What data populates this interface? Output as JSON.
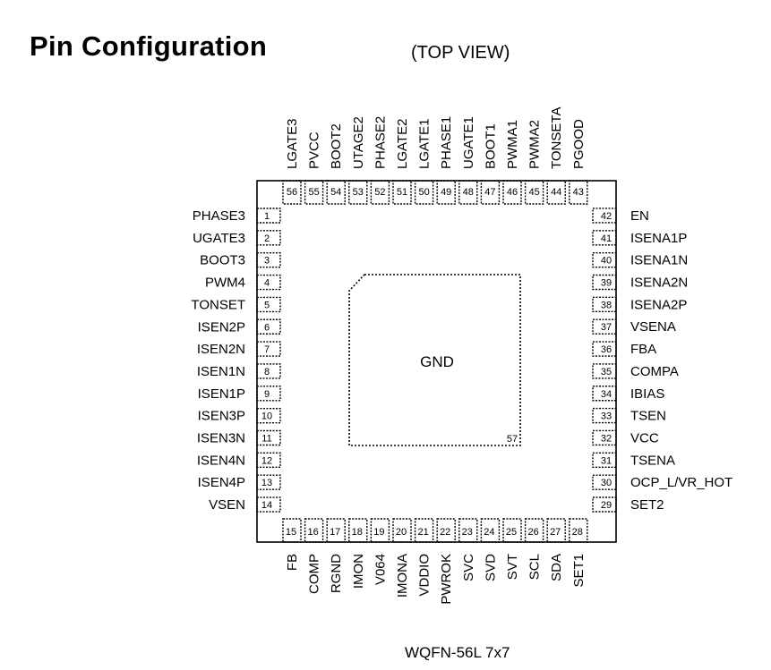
{
  "title": "Pin Configuration",
  "view_label": "(TOP VIEW)",
  "package": "WQFN-56L 7x7",
  "exposed_pad": {
    "label": "GND",
    "number": "57"
  },
  "pins": {
    "left": [
      {
        "num": "1",
        "name": "PHASE3"
      },
      {
        "num": "2",
        "name": "UGATE3"
      },
      {
        "num": "3",
        "name": "BOOT3"
      },
      {
        "num": "4",
        "name": "PWM4"
      },
      {
        "num": "5",
        "name": "TONSET"
      },
      {
        "num": "6",
        "name": "ISEN2P"
      },
      {
        "num": "7",
        "name": "ISEN2N"
      },
      {
        "num": "8",
        "name": "ISEN1N"
      },
      {
        "num": "9",
        "name": "ISEN1P"
      },
      {
        "num": "10",
        "name": "ISEN3P"
      },
      {
        "num": "11",
        "name": "ISEN3N"
      },
      {
        "num": "12",
        "name": "ISEN4N"
      },
      {
        "num": "13",
        "name": "ISEN4P"
      },
      {
        "num": "14",
        "name": "VSEN"
      }
    ],
    "bottom": [
      {
        "num": "15",
        "name": "FB"
      },
      {
        "num": "16",
        "name": "COMP"
      },
      {
        "num": "17",
        "name": "RGND"
      },
      {
        "num": "18",
        "name": "IMON"
      },
      {
        "num": "19",
        "name": "V064"
      },
      {
        "num": "20",
        "name": "IMONA"
      },
      {
        "num": "21",
        "name": "VDDIO"
      },
      {
        "num": "22",
        "name": "PWROK"
      },
      {
        "num": "23",
        "name": "SVC"
      },
      {
        "num": "24",
        "name": "SVD"
      },
      {
        "num": "25",
        "name": "SVT"
      },
      {
        "num": "26",
        "name": "SCL"
      },
      {
        "num": "27",
        "name": "SDA"
      },
      {
        "num": "28",
        "name": "SET1"
      }
    ],
    "right": [
      {
        "num": "29",
        "name": "SET2"
      },
      {
        "num": "30",
        "name": "OCP_L/VR_HOT"
      },
      {
        "num": "31",
        "name": "TSENA"
      },
      {
        "num": "32",
        "name": "VCC"
      },
      {
        "num": "33",
        "name": "TSEN"
      },
      {
        "num": "34",
        "name": "IBIAS"
      },
      {
        "num": "35",
        "name": "COMPA"
      },
      {
        "num": "36",
        "name": "FBA"
      },
      {
        "num": "37",
        "name": "VSENA"
      },
      {
        "num": "38",
        "name": "ISENA2P"
      },
      {
        "num": "39",
        "name": "ISENA2N"
      },
      {
        "num": "40",
        "name": "ISENA1N"
      },
      {
        "num": "41",
        "name": "ISENA1P"
      },
      {
        "num": "42",
        "name": "EN"
      }
    ],
    "top": [
      {
        "num": "43",
        "name": "PGOOD"
      },
      {
        "num": "44",
        "name": "TONSETA"
      },
      {
        "num": "45",
        "name": "PWMA2"
      },
      {
        "num": "46",
        "name": "PWMA1"
      },
      {
        "num": "47",
        "name": "BOOT1"
      },
      {
        "num": "48",
        "name": "UGATE1"
      },
      {
        "num": "49",
        "name": "PHASE1"
      },
      {
        "num": "50",
        "name": "LGATE1"
      },
      {
        "num": "51",
        "name": "LGATE2"
      },
      {
        "num": "52",
        "name": "PHASE2"
      },
      {
        "num": "53",
        "name": "UTAGE2"
      },
      {
        "num": "54",
        "name": "BOOT2"
      },
      {
        "num": "55",
        "name": "PVCC"
      },
      {
        "num": "56",
        "name": "LGATE3"
      }
    ]
  }
}
